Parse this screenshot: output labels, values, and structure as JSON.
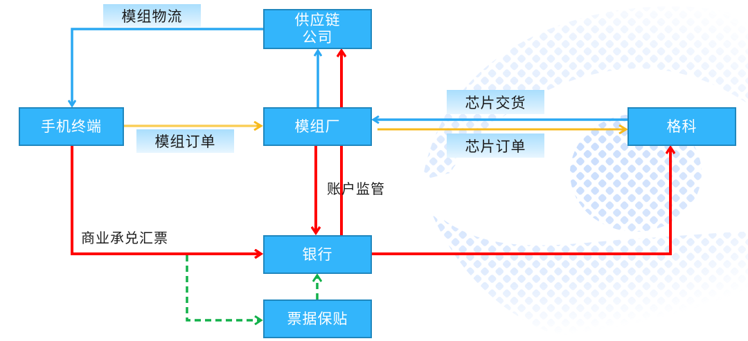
{
  "diagram": {
    "nodes": {
      "supply_chain": "供应链\n公司",
      "supply_chain_line1": "供应链",
      "supply_chain_line2": "公司",
      "phone_terminal": "手机终端",
      "module_factory": "模组厂",
      "galaxycore": "格科",
      "bank": "银行",
      "bill_guarantee": "票据保贴"
    },
    "flows": [
      {
        "from": "供应链公司",
        "to": "手机终端",
        "label": "模组物流",
        "kind": "logistics",
        "color": "#2aa8f2"
      },
      {
        "from": "手机终端",
        "to": "模组厂",
        "label": "模组订单",
        "kind": "order",
        "color": "#f7b91c"
      },
      {
        "from": "模组厂",
        "to": "供应链公司",
        "label": "",
        "kind": "logistics",
        "color": "#2aa8f2"
      },
      {
        "from": "格科",
        "to": "模组厂",
        "label": "芯片交货",
        "kind": "logistics",
        "color": "#2aa8f2"
      },
      {
        "from": "模组厂",
        "to": "格科",
        "label": "芯片订单",
        "kind": "order",
        "color": "#f7b91c"
      },
      {
        "from": "模组厂",
        "to": "银行",
        "label": "账户监管",
        "kind": "funds",
        "color": "#ff0000"
      },
      {
        "from": "银行",
        "to": "供应链公司",
        "label": "",
        "kind": "funds",
        "color": "#ff0000"
      },
      {
        "from": "手机终端",
        "to": "银行",
        "label": "商业承兑汇票",
        "kind": "funds",
        "color": "#ff0000"
      },
      {
        "from": "银行",
        "to": "格科",
        "label": "",
        "kind": "funds",
        "color": "#ff0000"
      },
      {
        "from": "商业承兑汇票",
        "to": "票据保贴",
        "label": "",
        "kind": "dashed",
        "color": "#12b14a"
      },
      {
        "from": "票据保贴",
        "to": "银行",
        "label": "",
        "kind": "dashed",
        "color": "#12b14a"
      }
    ],
    "labels": {
      "module_logistics": "模组物流",
      "module_order": "模组订单",
      "chip_delivery": "芯片交货",
      "chip_order": "芯片订单",
      "account_supervision": "账户监管",
      "commercial_acceptance_bill": "商业承兑汇票"
    },
    "colors": {
      "node_fill": "#33b5fb",
      "node_border": "#1f87be",
      "logistics": "#2aa8f2",
      "order": "#f7b91c",
      "funds": "#ff0000",
      "bill": "#12b14a",
      "background_pattern": "#a9c9fb"
    }
  }
}
